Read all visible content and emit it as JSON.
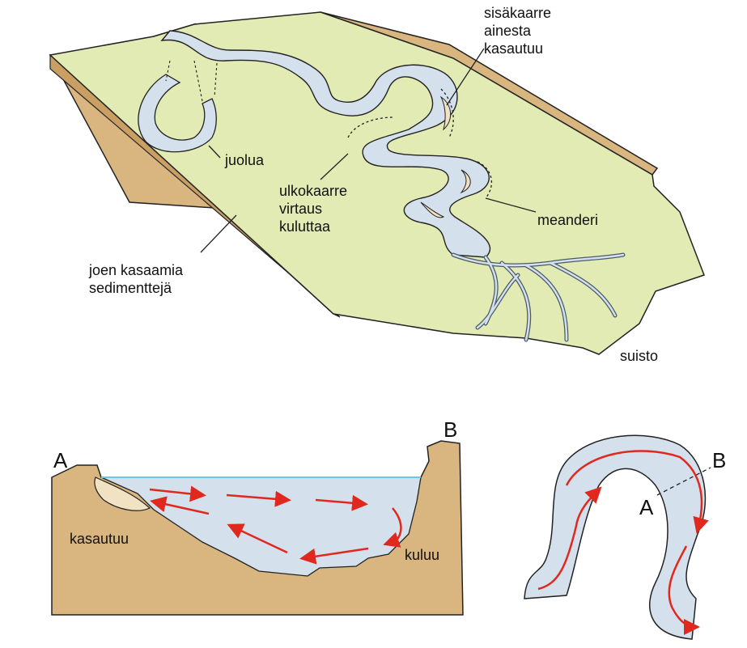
{
  "block_diagram": {
    "labels": {
      "inner_bend": [
        "sisäkaarre",
        "ainesta",
        "kasautuu"
      ],
      "oxbow": "juolua",
      "outer_bend": [
        "ulkokaarre",
        "virtaus",
        "kuluttaa"
      ],
      "meander": "meanderi",
      "sediments": [
        "joen kasaamia",
        "sedimenttejä"
      ],
      "delta": "suisto"
    }
  },
  "cross_section": {
    "point_a": "A",
    "point_b": "B",
    "deposit_label": "kasautuu",
    "erosion_label": "kuluu"
  },
  "plan_view": {
    "point_a": "A",
    "point_b": "B"
  },
  "colors": {
    "plain": "#e3ebb4",
    "soil": "#d9b580",
    "water": "#d4e0ec",
    "sand": "#f0e2c2",
    "flow_arrow": "#e0281e",
    "water_line": "#6fc6e0"
  }
}
